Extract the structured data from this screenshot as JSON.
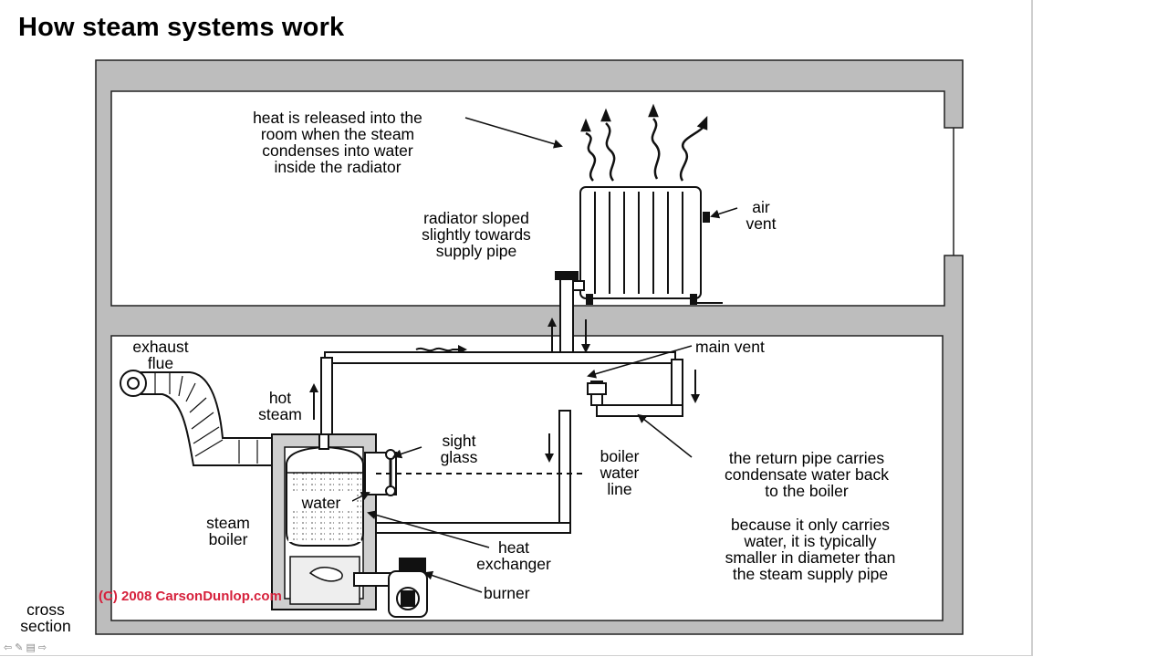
{
  "title": "How steam systems work",
  "labels": {
    "heat_released": [
      "heat is released into the",
      "room when the steam",
      "condenses into water",
      "inside the radiator"
    ],
    "air_vent": [
      "air",
      "vent"
    ],
    "radiator_sloped": [
      "radiator sloped",
      "slightly towards",
      "supply pipe"
    ],
    "exhaust_flue": [
      "exhaust",
      "flue"
    ],
    "main_vent": "main vent",
    "hot_steam": [
      "hot",
      "steam"
    ],
    "sight_glass": [
      "sight",
      "glass"
    ],
    "boiler_water_line": [
      "boiler",
      "water",
      "line"
    ],
    "return_pipe": [
      "the return pipe carries",
      "condensate water back",
      "to the boiler"
    ],
    "water": "water",
    "steam_boiler": [
      "steam",
      "boiler"
    ],
    "heat_exchanger": [
      "heat",
      "exchanger"
    ],
    "because_note": [
      "because it only carries",
      "water, it is typically",
      "smaller in diameter than",
      "the steam supply pipe"
    ],
    "burner": "burner",
    "cross_section": [
      "cross",
      "section"
    ]
  },
  "copyright": "(C) 2008 CarsonDunlop.com",
  "nav_icons": [
    "arrow-left-icon",
    "pen-icon",
    "menu-icon",
    "arrow-right-icon"
  ],
  "colors": {
    "copyright": "#d6213c",
    "wall": "#bdbdbd",
    "outline": "#111111"
  }
}
